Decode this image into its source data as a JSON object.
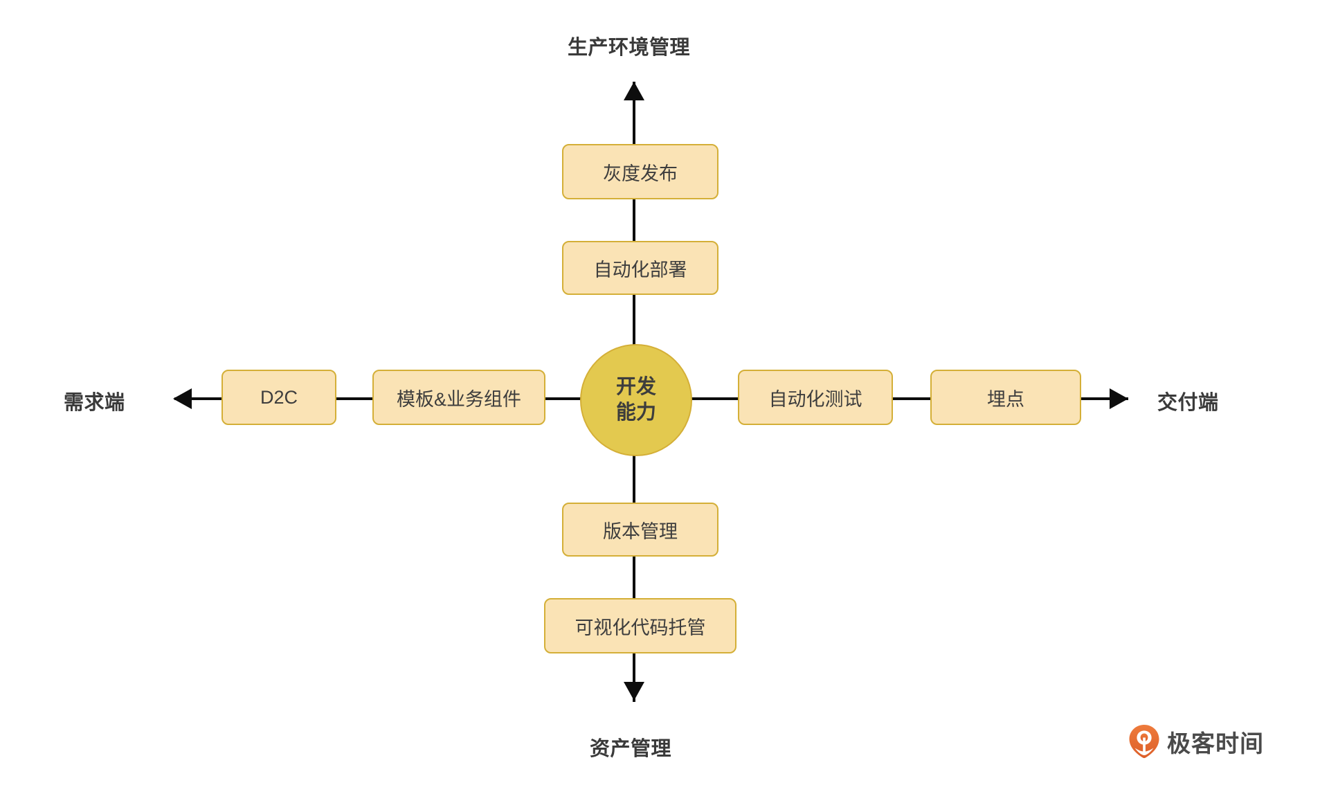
{
  "diagram": {
    "title": "开发能力",
    "center": {
      "line1": "开发",
      "line2": "能力"
    },
    "axis_labels": {
      "top": "生产环境管理",
      "bottom": "资产管理",
      "left": "需求端",
      "right": "交付端"
    },
    "branches": {
      "up": [
        {
          "label": "自动化部署"
        },
        {
          "label": "灰度发布"
        }
      ],
      "down": [
        {
          "label": "版本管理"
        },
        {
          "label": "可视化代码托管"
        }
      ],
      "left": [
        {
          "label": "模板&业务组件"
        },
        {
          "label": "D2C"
        }
      ],
      "right": [
        {
          "label": "自动化测试"
        },
        {
          "label": "埋点"
        }
      ]
    }
  },
  "watermark": {
    "text": "极客时间",
    "icon": "geekbang-pin-logo"
  },
  "colors": {
    "node_fill": "#FAE3B5",
    "node_border": "#D4AF37",
    "center_fill": "#E3C94F",
    "line": "#0D0D0D",
    "text": "#3D3D3D",
    "label_text": "#3A3A3A",
    "logo_orange": "#E8743B",
    "watermark_text": "#4A4A4A",
    "background": "#FFFFFF"
  }
}
